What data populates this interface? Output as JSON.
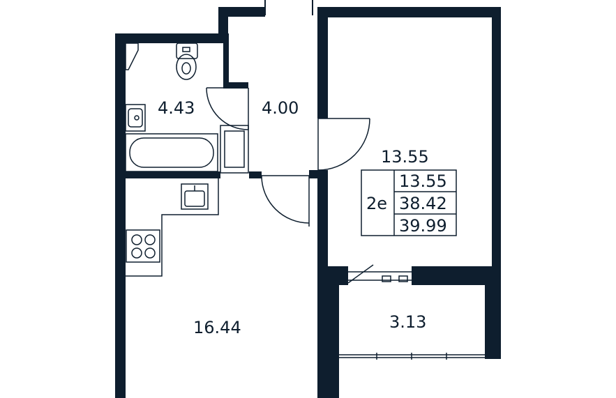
{
  "rooms": {
    "bathroom": "4.43",
    "hallway": "4.00",
    "bedroom": "13.55",
    "kitchen_living": "16.44",
    "balcony": "3.13"
  },
  "summary_table": {
    "type_label": "2e",
    "living_area": "13.55",
    "total_area": "38.42",
    "total_with_balcony": "39.99"
  },
  "colors": {
    "wall": "#0e1e2e",
    "background": "#ffffff"
  }
}
